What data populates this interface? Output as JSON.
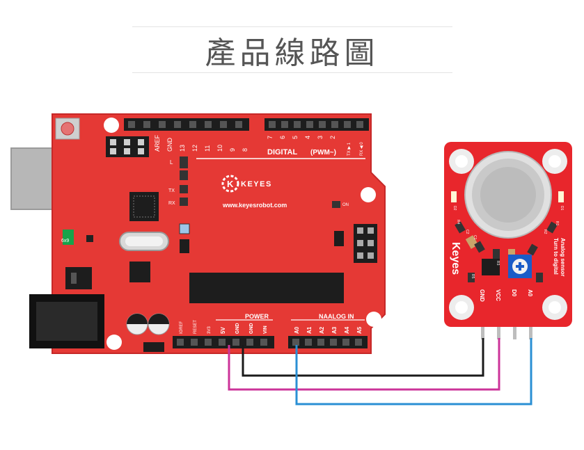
{
  "title": "產品線路圖",
  "board": {
    "brand": "KEYES",
    "website": "www.keyesrobot.com",
    "digital_label": "DIGITAL",
    "pwm_label": "(PWM~)",
    "power_label": "POWER",
    "analog_label": "NAALOG IN",
    "on_label": "ON",
    "l_label": "L",
    "tx_label": "TX",
    "rx_label": "RX",
    "fuse_label": "6x9",
    "top_header_labels": [
      "AREF",
      "GND",
      "13",
      "12",
      "11",
      "10",
      "9",
      "8"
    ],
    "digital_header_labels": [
      "7",
      "6",
      "5",
      "4",
      "3",
      "2",
      "TX ▶ 1",
      "RX ◀ 0"
    ],
    "power_header_labels": [
      "IOREF",
      "RESET",
      "3V3",
      "5V",
      "GND",
      "GND",
      "VIN"
    ],
    "analog_header_labels": [
      "A0",
      "A1",
      "A2",
      "A3",
      "A4",
      "A5"
    ]
  },
  "sensor": {
    "brand": "Keyes",
    "desc_line1": "Analog sensor",
    "desc_line2": "Turn to digital",
    "pins": [
      "GND",
      "VCC",
      "D0",
      "A0"
    ],
    "silk": [
      "D2",
      "D1",
      "R1",
      "R2",
      "C1",
      "C2",
      "R3",
      "R4",
      "R5"
    ]
  },
  "wires": {
    "gnd_color": "#1a1a1a",
    "vcc_color": "#cc3399",
    "signal_color": "#2a8fd4"
  },
  "colors": {
    "board_red": "#e53935",
    "sensor_red": "#e8262c",
    "title_gray": "#555555"
  }
}
